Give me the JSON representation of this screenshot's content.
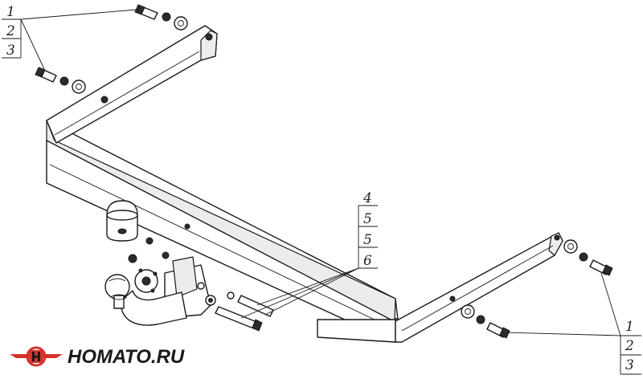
{
  "diagram": {
    "callouts": {
      "top_left": [
        "1",
        "2",
        "3"
      ],
      "center": [
        "4",
        "5",
        "5",
        "6"
      ],
      "bottom_right": [
        "1",
        "2",
        "3"
      ]
    }
  },
  "brand": {
    "logo_text": "НОМАТО.RU",
    "logo_color": "#d4322b"
  },
  "colors": {
    "line": "#1a1a1a",
    "fill": "#ffffff"
  }
}
